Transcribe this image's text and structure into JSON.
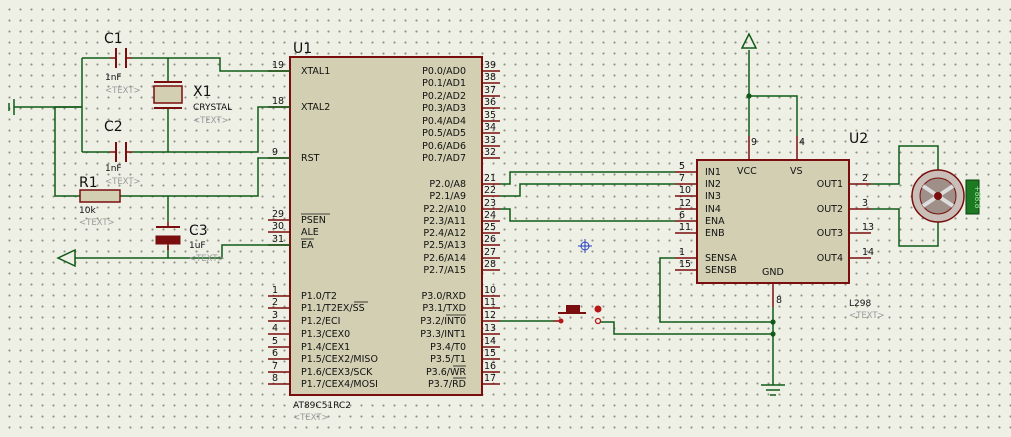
{
  "mcu": {
    "ref": "U1",
    "part": "AT89C51RC2",
    "text": "<TEXT>",
    "left_pins": [
      {
        "num": "19",
        "name": "XTAL1"
      },
      {
        "num": "18",
        "name": "XTAL2"
      },
      {
        "num": "9",
        "name": "RST"
      },
      {
        "num": "29",
        "name": "PSEN"
      },
      {
        "num": "30",
        "name": "ALE"
      },
      {
        "num": "31",
        "name": "EA"
      },
      {
        "num": "1",
        "name": "P1.0/T2"
      },
      {
        "num": "2",
        "name": "P1.1/T2EX/SS"
      },
      {
        "num": "3",
        "name": "P1.2/ECI"
      },
      {
        "num": "4",
        "name": "P1.3/CEX0"
      },
      {
        "num": "5",
        "name": "P1.4/CEX1"
      },
      {
        "num": "6",
        "name": "P1.5/CEX2/MISO"
      },
      {
        "num": "7",
        "name": "P1.6/CEX3/SCK"
      },
      {
        "num": "8",
        "name": "P1.7/CEX4/MOSI"
      }
    ],
    "right_pins": [
      {
        "num": "39",
        "name": "P0.0/AD0"
      },
      {
        "num": "38",
        "name": "P0.1/AD1"
      },
      {
        "num": "37",
        "name": "P0.2/AD2"
      },
      {
        "num": "36",
        "name": "P0.3/AD3"
      },
      {
        "num": "35",
        "name": "P0.4/AD4"
      },
      {
        "num": "34",
        "name": "P0.5/AD5"
      },
      {
        "num": "33",
        "name": "P0.6/AD6"
      },
      {
        "num": "32",
        "name": "P0.7/AD7"
      },
      {
        "num": "21",
        "name": "P2.0/A8"
      },
      {
        "num": "22",
        "name": "P2.1/A9"
      },
      {
        "num": "23",
        "name": "P2.2/A10"
      },
      {
        "num": "24",
        "name": "P2.3/A11"
      },
      {
        "num": "25",
        "name": "P2.4/A12"
      },
      {
        "num": "26",
        "name": "P2.5/A13"
      },
      {
        "num": "27",
        "name": "P2.6/A14"
      },
      {
        "num": "28",
        "name": "P2.7/A15"
      },
      {
        "num": "10",
        "name": "P3.0/RXD"
      },
      {
        "num": "11",
        "name": "P3.1/TXD"
      },
      {
        "num": "12",
        "name": "P3.2/INT0"
      },
      {
        "num": "13",
        "name": "P3.3/INT1"
      },
      {
        "num": "14",
        "name": "P3.4/T0"
      },
      {
        "num": "15",
        "name": "P3.5/T1"
      },
      {
        "num": "16",
        "name": "P3.6/WR"
      },
      {
        "num": "17",
        "name": "P3.7/RD"
      }
    ]
  },
  "driver": {
    "ref": "U2",
    "part": "L298",
    "text": "<TEXT>",
    "left_pins": [
      {
        "num": "5",
        "name": "IN1"
      },
      {
        "num": "7",
        "name": "IN2"
      },
      {
        "num": "10",
        "name": "IN3"
      },
      {
        "num": "12",
        "name": "IN4"
      },
      {
        "num": "6",
        "name": "ENA"
      },
      {
        "num": "11",
        "name": "ENB"
      },
      {
        "num": "1",
        "name": "SENSA"
      },
      {
        "num": "15",
        "name": "SENSB"
      }
    ],
    "right_pins": [
      {
        "num": "2",
        "name": "OUT1"
      },
      {
        "num": "3",
        "name": "OUT2"
      },
      {
        "num": "13",
        "name": "OUT3"
      },
      {
        "num": "14",
        "name": "OUT4"
      }
    ],
    "top_pins": [
      {
        "num": "9",
        "name": "VCC"
      },
      {
        "num": "4",
        "name": "VS"
      }
    ],
    "bottom_pins": [
      {
        "num": "8",
        "name": "GND"
      }
    ]
  },
  "c1": {
    "ref": "C1",
    "value": "1nF",
    "text": "<TEXT>"
  },
  "c2": {
    "ref": "C2",
    "value": "1nF",
    "text": "<TEXT>"
  },
  "c3": {
    "ref": "C3",
    "value": "1uF",
    "text": "<TEXT>"
  },
  "x1": {
    "ref": "X1",
    "value": "CRYSTAL",
    "text": "<TEXT>"
  },
  "r1": {
    "ref": "R1",
    "value": "10k",
    "text": "<TEXT>"
  },
  "motor": {
    "label": "+88.8"
  },
  "colors": {
    "wire": "#0f5a16",
    "pin": "#7a0d0d",
    "body": "#d2cfb3",
    "grid_dot": "#8d8f80",
    "background": "#eef0e6"
  }
}
